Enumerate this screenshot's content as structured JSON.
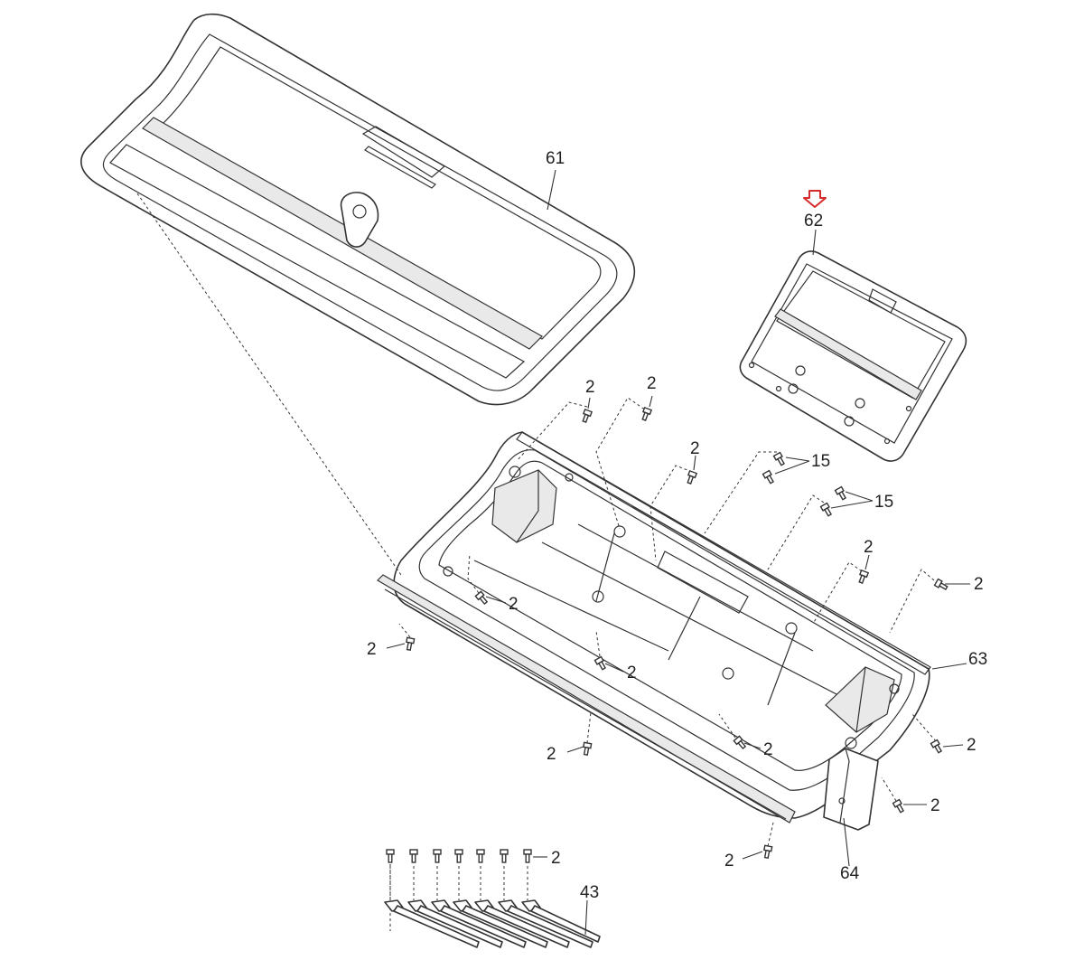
{
  "callouts": {
    "part61": "61",
    "part62": "62",
    "part63": "63",
    "part64": "64",
    "part43": "43",
    "screw2": "2",
    "screw15": "15"
  },
  "colors": {
    "highlight_arrow": "#d62b2b",
    "line": "#333333",
    "background": "#ffffff"
  },
  "icons": {
    "highlight": "down-arrow-icon"
  }
}
